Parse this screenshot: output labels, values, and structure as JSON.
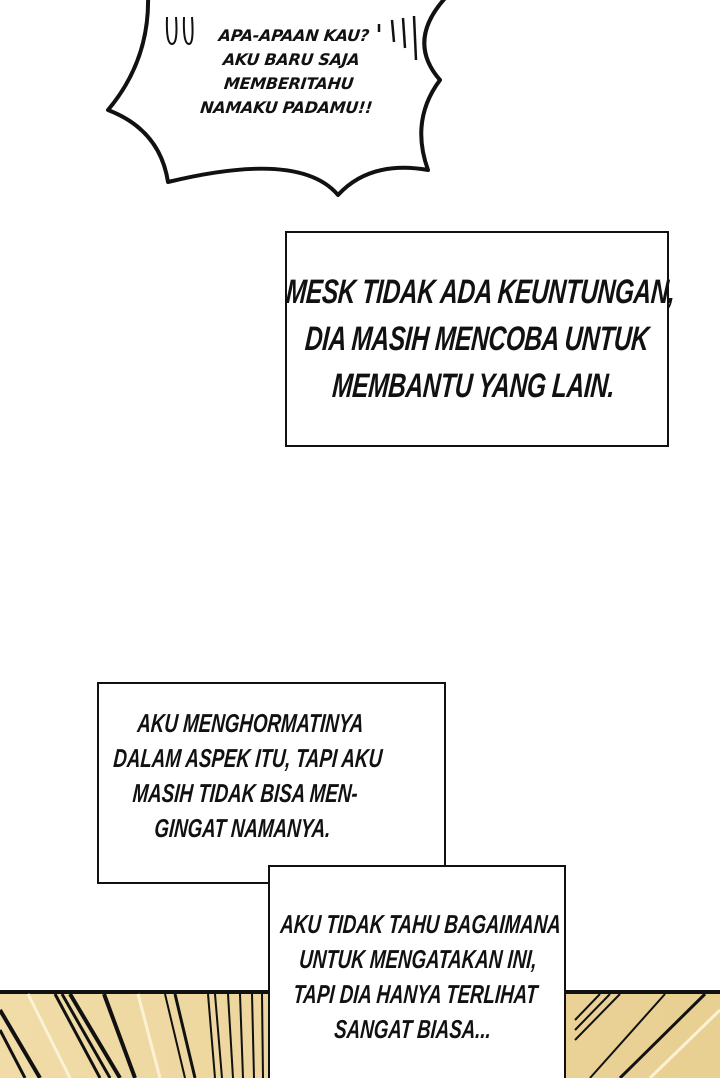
{
  "speech_bubble": {
    "lines": [
      "APA-APAAN KAU?",
      "AKU BARU SAJA",
      "MEMBERITAHU",
      "NAMAKU PADAMU!!"
    ],
    "sfx_left": "U U",
    "sfx_right": "||||"
  },
  "captions": [
    {
      "id": "caption-1",
      "lines": [
        "MESK TIDAK ADA KEUNTUNGAN,",
        "DIA MASIH MENCOBA UNTUK",
        "MEMBANTU YANG LAIN."
      ]
    },
    {
      "id": "caption-2",
      "lines": [
        "AKU MENGHORMATINYA",
        "DALAM ASPEK ITU, TAPI AKU",
        "MASIH TIDAK BISA MEN-",
        "GINGAT NAMANYA."
      ]
    },
    {
      "id": "caption-3",
      "lines": [
        "AKU TIDAK TAHU BAGAIMANA",
        "UNTUK MENGATAKAN INI,",
        "TAPI DIA HANYA TERLIHAT",
        "SANGAT BIASA..."
      ]
    }
  ],
  "colors": {
    "background": "#ffffff",
    "ink": "#111111",
    "speed_panel": "#ecd49a",
    "speed_panel_light": "#f6e6b8"
  }
}
